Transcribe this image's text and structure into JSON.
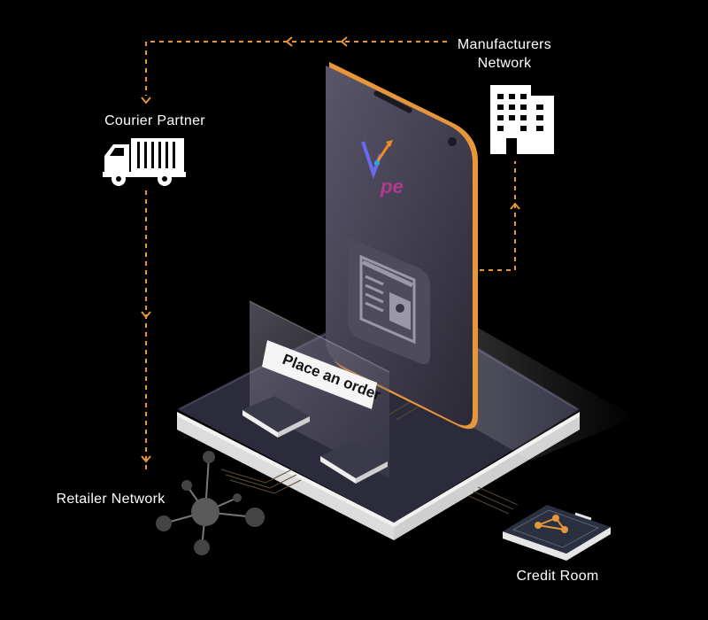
{
  "nodes": {
    "manufacturers": {
      "line1": "Manufacturers",
      "line2": "Network",
      "icon": "building-icon"
    },
    "courier": {
      "label": "Courier Partner",
      "icon": "truck-icon"
    },
    "retailer": {
      "label": "Retailer Network",
      "icon": "network-hub-icon"
    },
    "credit": {
      "label": "Credit Room",
      "icon": "credit-book-icon"
    }
  },
  "phone": {
    "logo_text": "pe",
    "order_button": "Place an order"
  },
  "colors": {
    "background": "#000000",
    "flow_line": "#e8963a",
    "phone_body": "#3a3748",
    "platform_top": "#2a2a3a",
    "logo_purple": "#b13a8f",
    "logo_orange": "#f08a24"
  }
}
